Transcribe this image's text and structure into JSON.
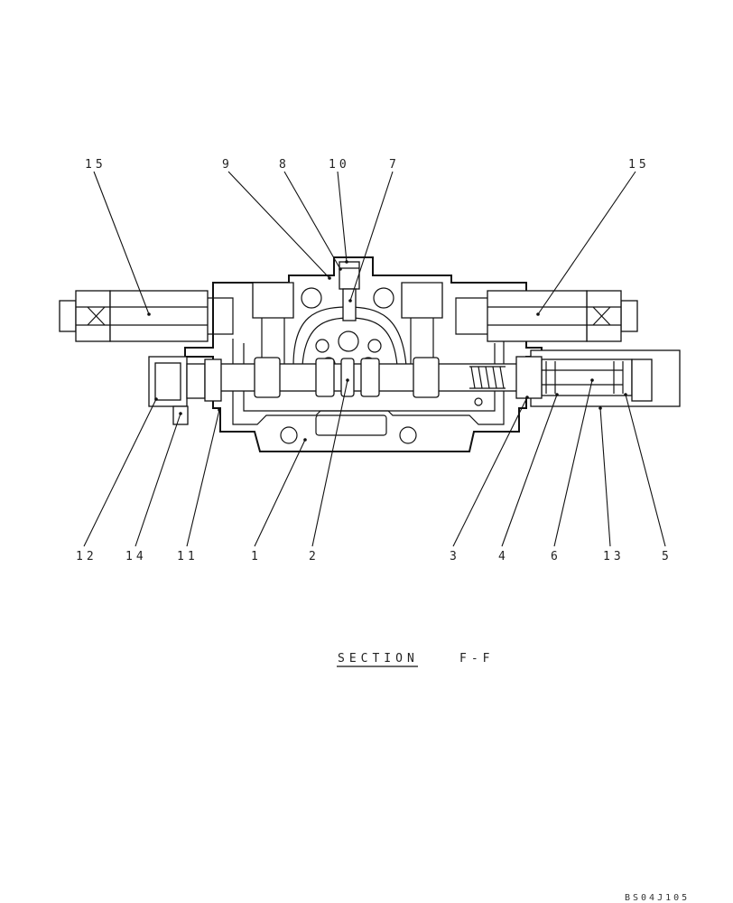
{
  "labels": {
    "top": [
      "15",
      "9",
      "8",
      "10",
      "7",
      "15"
    ],
    "bottom": [
      "12",
      "14",
      "11",
      "1",
      "2",
      "3",
      "4",
      "6",
      "13",
      "5"
    ]
  },
  "section_title": "SECTION",
  "section_id": "F-F",
  "drawing_code": "BS04J105"
}
